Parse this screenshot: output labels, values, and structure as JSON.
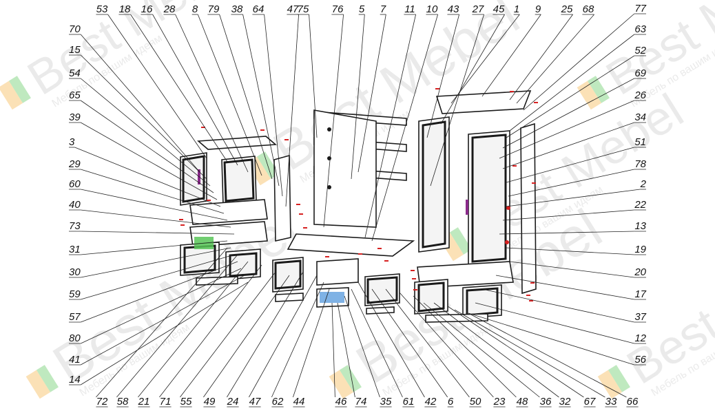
{
  "watermark": {
    "brand": "Best Mebel",
    "tagline": "Мебель по вашим идеям"
  },
  "callouts": {
    "top": [
      "53",
      "18",
      "16",
      "28",
      "8",
      "79",
      "38",
      "64",
      "47",
      "75",
      "76",
      "5",
      "7",
      "11",
      "10",
      "43",
      "27",
      "45",
      "1",
      "9",
      "25",
      "68"
    ],
    "left": [
      "70",
      "15",
      "54",
      "65",
      "39",
      "3",
      "29",
      "60",
      "40",
      "73",
      "31",
      "30",
      "59",
      "57",
      "80",
      "41",
      "14"
    ],
    "right": [
      "77",
      "63",
      "52",
      "69",
      "26",
      "34",
      "51",
      "78",
      "2",
      "22",
      "13",
      "19",
      "20",
      "17",
      "37",
      "12",
      "56"
    ],
    "bottom": [
      "72",
      "58",
      "21",
      "71",
      "55",
      "49",
      "24",
      "47",
      "62",
      "44",
      "46",
      "74",
      "35",
      "61",
      "42",
      "6",
      "50",
      "23",
      "48",
      "36",
      "32",
      "67",
      "33",
      "66"
    ]
  },
  "colors": {
    "line": "#1a1a1a",
    "marker_red": "#d62020",
    "marker_blue": "#2a7fd4",
    "marker_purple": "#8a2a8a",
    "marker_green": "#2aa02a",
    "watermark_orange": "#f5b041",
    "watermark_green": "#58c558"
  }
}
